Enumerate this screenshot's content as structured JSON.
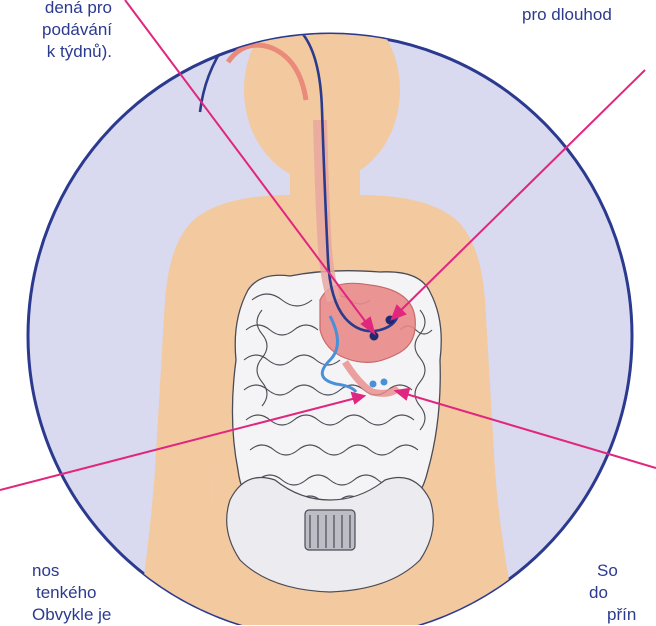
{
  "callouts": {
    "top_left": [
      "dená pro",
      "podávání",
      "k týdnů)."
    ],
    "top_right": [
      "pro dlouhod"
    ],
    "bottom_left": [
      "nos",
      "tenkého",
      "Obvykle je"
    ],
    "bottom_right": [
      "So",
      "do",
      "přín"
    ]
  },
  "colors": {
    "circle_bg": "#d9d9ef",
    "circle_border": "#2b3a8f",
    "body": "#f3c9a0",
    "pointer": "#e0267e",
    "tube": "#2a3b8c",
    "tube_light": "#4a90d9",
    "stomach": "#e98a8a",
    "intestine": "#f0f0f0"
  }
}
